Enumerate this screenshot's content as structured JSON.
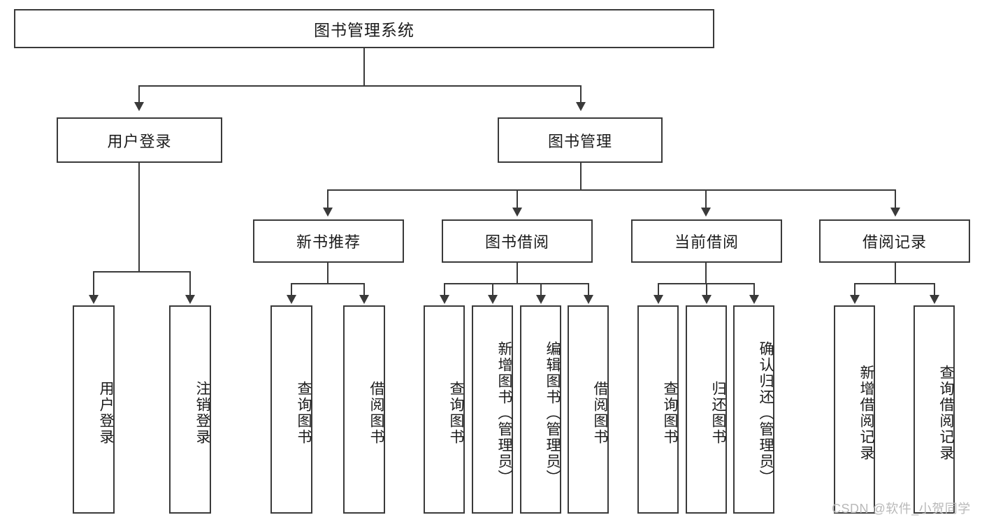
{
  "diagram": {
    "title": "图书管理系统",
    "type": "tree-hierarchy-chart",
    "watermark": "CSDN @软件_小贺同学",
    "colors": {
      "box_border": "#3a3a3a",
      "box_fill": "#ffffff",
      "connector": "#3a3a3a",
      "text": "#1b1b1b",
      "watermark": "#b9b9b9",
      "background": "#ffffff"
    },
    "root": {
      "label": "图书管理系统"
    },
    "level2": [
      {
        "label": "用户登录"
      },
      {
        "label": "图书管理"
      }
    ],
    "level3": [
      {
        "label": "新书推荐"
      },
      {
        "label": "图书借阅"
      },
      {
        "label": "当前借阅"
      },
      {
        "label": "借阅记录"
      }
    ],
    "leaves": {
      "user_login": [
        {
          "label": "用户登录"
        },
        {
          "label": "注销登录"
        }
      ],
      "new_book": [
        {
          "label": "查询图书"
        },
        {
          "label": "借阅图书"
        }
      ],
      "book_borrow": [
        {
          "label": "查询图书"
        },
        {
          "label": "新增图书（管理员）"
        },
        {
          "label": "编辑图书（管理员）"
        },
        {
          "label": "借阅图书"
        }
      ],
      "current_borrow": [
        {
          "label": "查询图书"
        },
        {
          "label": "归还图书"
        },
        {
          "label": "确认归还（管理员）"
        }
      ],
      "borrow_record": [
        {
          "label": "新增借阅记录"
        },
        {
          "label": "查询借阅记录"
        }
      ]
    }
  }
}
